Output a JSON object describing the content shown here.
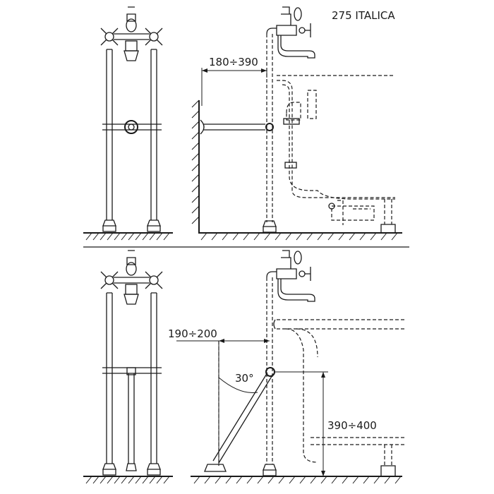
{
  "title": "275  ITALICA",
  "dimensions": {
    "wall_distance": "180÷390",
    "strut_distance": "190÷200",
    "angle": "30°",
    "tub_height": "390÷400"
  },
  "colors": {
    "line": "#1a1a1a",
    "background": "#ffffff"
  }
}
